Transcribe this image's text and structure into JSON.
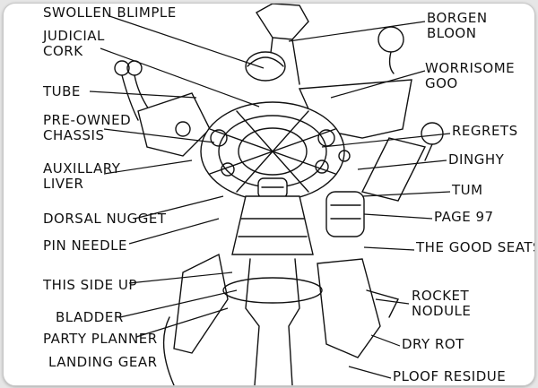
{
  "labels": {
    "swollen_blimple": "SWOLLEN BLIMPLE",
    "judicial_cork": "JUDICIAL\nCORK",
    "tube": "TUBE",
    "pre_owned_chassis": "PRE-OWNED\nCHASSIS",
    "auxillary_liver": "AUXILLARY\nLIVER",
    "dorsal_nugget": "DORSAL NUGGET",
    "pin_needle": "PIN NEEDLE",
    "this_side_up": "THIS SIDE UP",
    "bladder": "BLADDER",
    "party_planner": "PARTY PLANNER",
    "landing_gear": "LANDING GEAR",
    "borgen_bloon": "BORGEN\nBLOON",
    "worrisome_goo": "WORRISOME\nGOO",
    "regrets": "REGRETS",
    "dinghy": "DINGHY",
    "tum": "TUM",
    "page_97": "PAGE 97",
    "the_good_seats": "THE GOOD SEATS",
    "rocket_nodule": "ROCKET\nNODULE",
    "dry_rot": "DRY ROT",
    "ploof_residue": "PLOOF RESIDUE"
  },
  "colors": {
    "ink": "#111111",
    "paper": "#ffffff"
  }
}
